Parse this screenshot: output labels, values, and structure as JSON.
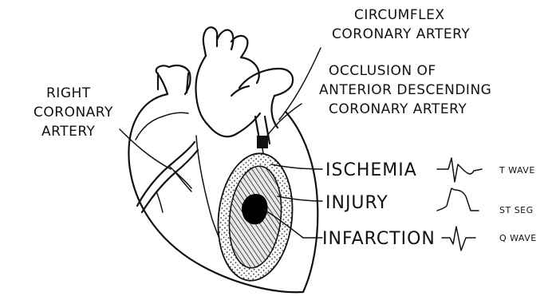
{
  "labels": {
    "right_coronary_line1": "RIGHT",
    "right_coronary_line2": "CORONARY",
    "right_coronary_line3": "ARTERY",
    "circumflex_line1": "CIRCUMFLEX",
    "circumflex_line2": "CORONARY ARTERY",
    "occlusion_line1": "OCCLUSION OF",
    "occlusion_line2": "ANTERIOR DESCENDING",
    "occlusion_line3": "CORONARY ARTERY",
    "ischemia": "ISCHEMIA",
    "injury": "INJURY",
    "infarction": "INFARCTION",
    "t_wave": "T WAVE",
    "st_seg": "ST SEG",
    "q_wave": "Q WAVE"
  },
  "colors": {
    "ink": "#111111",
    "background": "#ffffff"
  }
}
